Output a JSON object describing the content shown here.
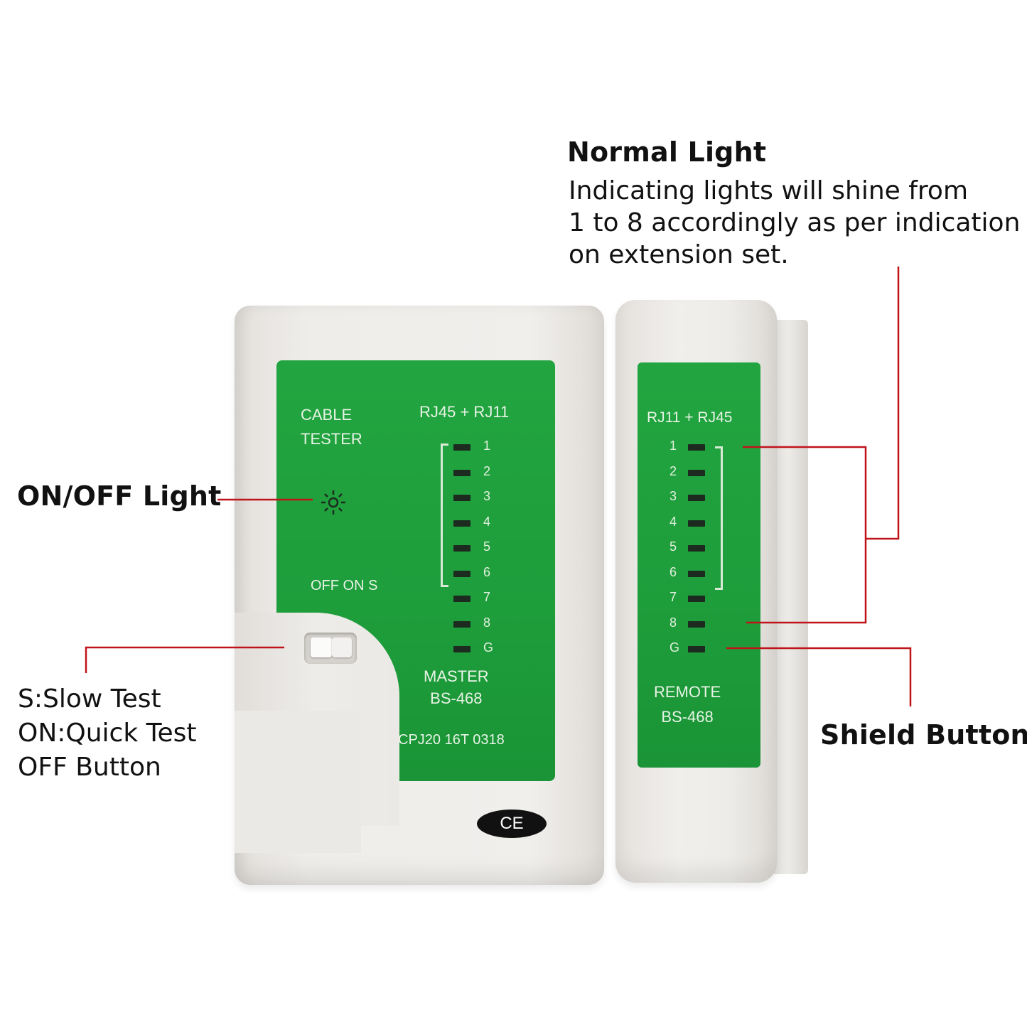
{
  "callouts": {
    "normal_light": {
      "title": "Normal Light",
      "lines": [
        "Indicating lights will shine from",
        "1 to 8 accordingly as per indication",
        "on extension set."
      ]
    },
    "on_off_light": {
      "title": "ON/OFF Light"
    },
    "switch_modes": {
      "lines": [
        "S:Slow Test",
        "ON:Quick Test",
        "OFF Button"
      ]
    },
    "shield_button": {
      "title": "Shield Button"
    }
  },
  "master": {
    "label_lines": [
      "CABLE",
      "TESTER"
    ],
    "ports": "RJ45 + RJ11",
    "switch_positions": "OFF ON S",
    "name_lines": [
      "MASTER",
      "BS-468"
    ],
    "code": "CPJ20 16T 0318",
    "led_labels": [
      "1",
      "2",
      "3",
      "4",
      "5",
      "6",
      "7",
      "8",
      "G"
    ],
    "ce_mark": "CE"
  },
  "remote": {
    "ports": "RJ11 + RJ45",
    "name_lines": [
      "REMOTE",
      "BS-468"
    ],
    "led_labels": [
      "1",
      "2",
      "3",
      "4",
      "5",
      "6",
      "7",
      "8",
      "G"
    ]
  },
  "colors": {
    "panel_green": "#1e9d3b",
    "annotation_red": "#c0141b",
    "housing_grey": "#efedea"
  }
}
